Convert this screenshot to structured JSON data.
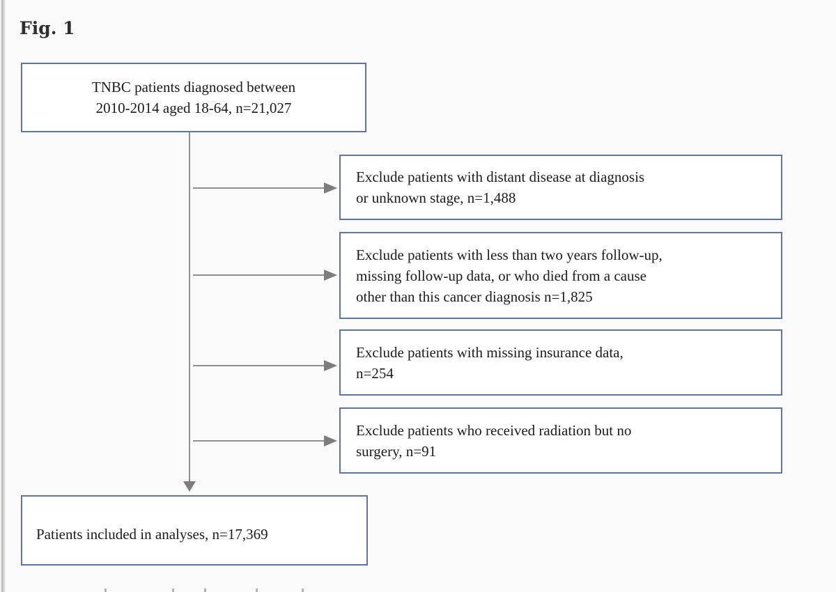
{
  "figure_label": "Fig. 1",
  "flowchart": {
    "top_box": {
      "lines": [
        "TNBC patients diagnosed between",
        "2010-2014 aged 18-64, n=21,027"
      ]
    },
    "exclusions": [
      {
        "lines": [
          "Exclude patients with distant disease at diagnosis",
          "or unknown stage, n=1,488"
        ]
      },
      {
        "lines": [
          "Exclude patients with less than two years follow-up,",
          "missing follow-up data, or who died from a cause",
          "other than this cancer diagnosis n=1,825"
        ]
      },
      {
        "lines": [
          "Exclude patients with missing insurance data,",
          "n=254"
        ]
      },
      {
        "lines": [
          "Exclude patients who received radiation but no",
          "surgery, n=91"
        ]
      }
    ],
    "final_box": {
      "text": "Patients included in analyses, n=17,369"
    }
  },
  "colors": {
    "box_border": "#5d73ab",
    "arrow": "#8a8a8a",
    "text": "#1b1b1b",
    "background": "#fafafa"
  }
}
